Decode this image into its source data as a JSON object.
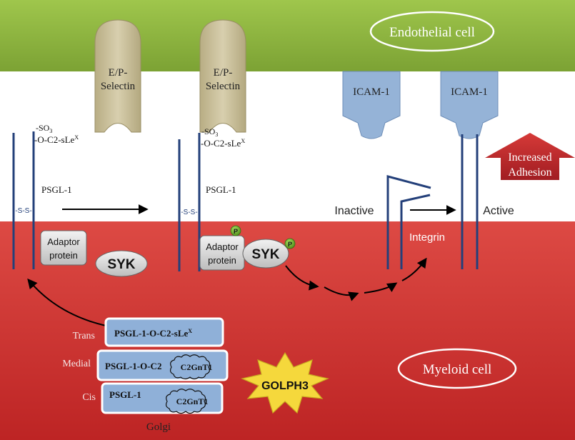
{
  "endothelial_label": "Endothelial cell",
  "myeloid_label": "Myeloid cell",
  "selectin_left": {
    "line1": "E/P-",
    "line2": "Selectin"
  },
  "selectin_right": {
    "line1": "E/P-",
    "line2": "Selectin"
  },
  "icam_left": "ICAM-1",
  "icam_right": "ICAM-1",
  "increased_adhesion": {
    "line1": "Increased",
    "line2": "Adhesion"
  },
  "psgl_left": {
    "so3": "-SO",
    "so3_sub": "3",
    "o_c2": "-O-C2-sLe",
    "o_c2_sup": "X",
    "label": "PSGL-1",
    "ss": "-S-S-"
  },
  "psgl_right": {
    "so3": "-SO",
    "so3_sub": "3",
    "o_c2": "-O-C2-sLe",
    "o_c2_sup": "X",
    "label": "PSGL-1",
    "ss": "-S-S-"
  },
  "adaptor_left": {
    "line1": "Adaptor",
    "line2": "protein"
  },
  "adaptor_right": {
    "line1": "Adaptor",
    "line2": "protein"
  },
  "syk_left": "SYK",
  "syk_right": "SYK",
  "phospho": "P",
  "inactive_label": "Inactive",
  "active_label": "Active",
  "integrin_label": "Integrin",
  "golgi": {
    "trans_label": "Trans",
    "medial_label": "Medial",
    "cis_label": "Cis",
    "trans_box": "PSGL-1-O-C2-sLe",
    "trans_box_sup": "X",
    "medial_box": "PSGL-1-O-C2",
    "cis_box": "PSGL-1",
    "enzyme_medial": "C2GnT1",
    "enzyme_cis": "C2GnT1",
    "title": "Golgi"
  },
  "golph3": "GOLPH3",
  "colors": {
    "endothelial": "#8bb63c",
    "myeloid": "#d23232",
    "selectin": "#c8bd95",
    "icam": "#95b3d7",
    "membrane_line": "#24407a",
    "golgi_box": "#8fb0d8",
    "golph3": "#f5d83c",
    "adhesion_arrow": "#c0292d"
  }
}
